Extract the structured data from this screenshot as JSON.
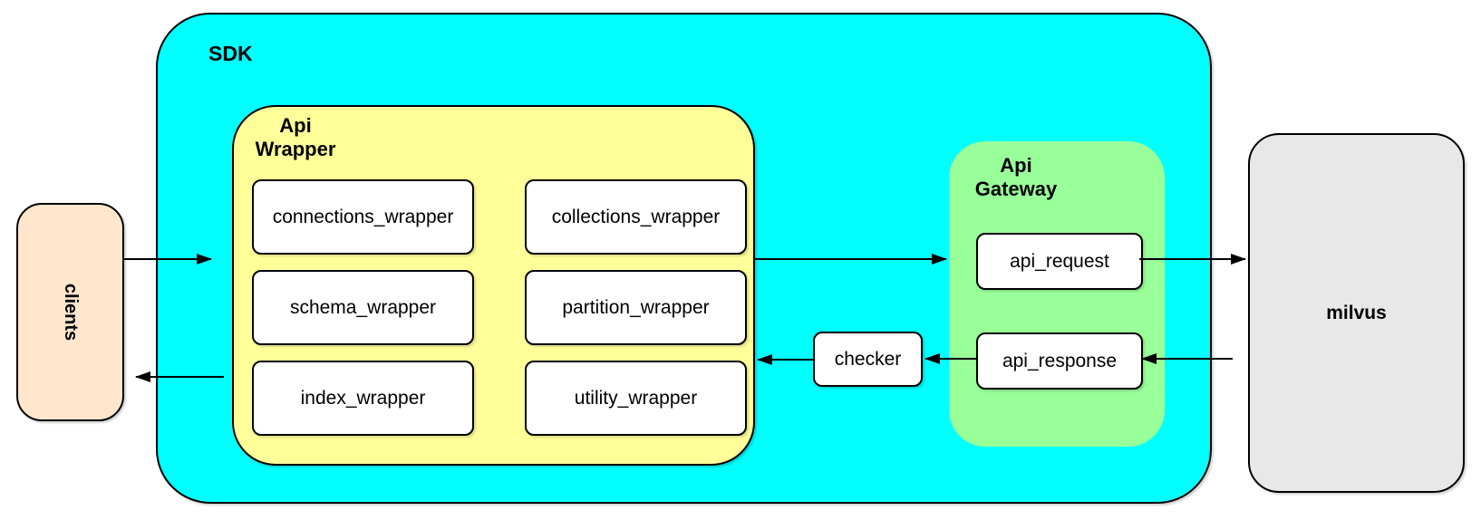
{
  "nodes": {
    "clients": {
      "label": "clients",
      "fill": "#FFE6CC"
    },
    "sdk": {
      "label": "SDK",
      "fill": "#00FFFF"
    },
    "api_wrapper": {
      "title_line1": "Api",
      "title_line2": "Wrapper",
      "fill": "#FFFF99",
      "boxes": [
        "connections_wrapper",
        "collections_wrapper",
        "schema_wrapper",
        "partition_wrapper",
        "index_wrapper",
        "utility_wrapper"
      ]
    },
    "api_gateway": {
      "title_line1": "Api",
      "title_line2": "Gateway",
      "fill": "#99FF99",
      "request": "api_request",
      "response": "api_response"
    },
    "checker": {
      "label": "checker",
      "fill": "#FFFFFF"
    },
    "milvus": {
      "label": "milvus",
      "fill": "#E8E8E8"
    }
  },
  "edges": [
    {
      "from": "clients",
      "to": "sdk"
    },
    {
      "from": "api_wrapper",
      "to": "api_request"
    },
    {
      "from": "api_request",
      "to": "milvus"
    },
    {
      "from": "milvus",
      "to": "api_response"
    },
    {
      "from": "api_response",
      "to": "checker"
    },
    {
      "from": "checker",
      "to": "api_wrapper"
    },
    {
      "from": "sdk",
      "to": "clients"
    }
  ],
  "edge_color": "#000000",
  "border_color": "#000000"
}
